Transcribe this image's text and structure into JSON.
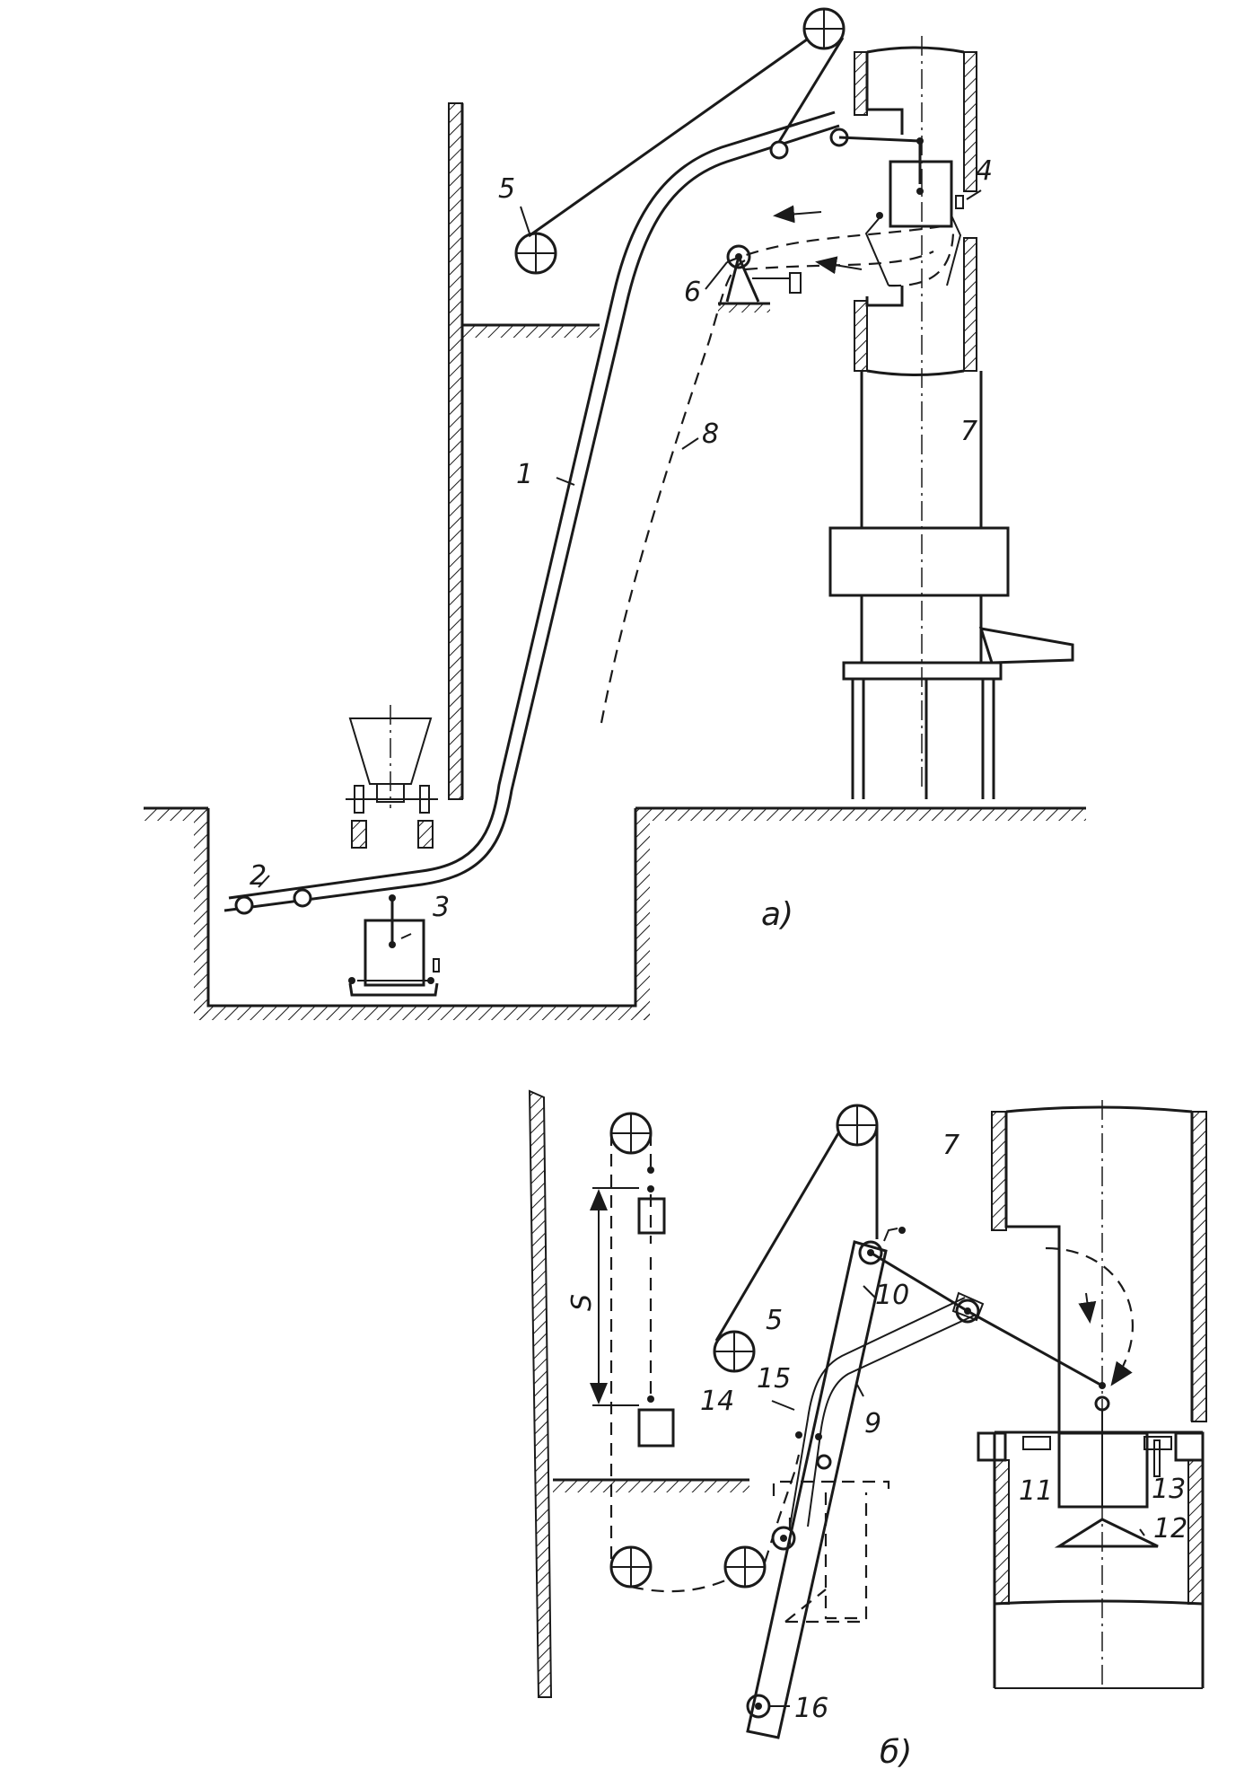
{
  "figure_a": {
    "subfigure_label": "а)",
    "callouts": [
      "1",
      "2",
      "3",
      "4",
      "5",
      "6",
      "7",
      "8"
    ]
  },
  "figure_b": {
    "subfigure_label": "б)",
    "callouts": [
      "5",
      "7",
      "9",
      "10",
      "11",
      "12",
      "13",
      "14",
      "15",
      "16"
    ],
    "stroke_dimension": "S"
  },
  "colors": {
    "ink": "#1a1a1a",
    "paper": "#ffffff"
  }
}
